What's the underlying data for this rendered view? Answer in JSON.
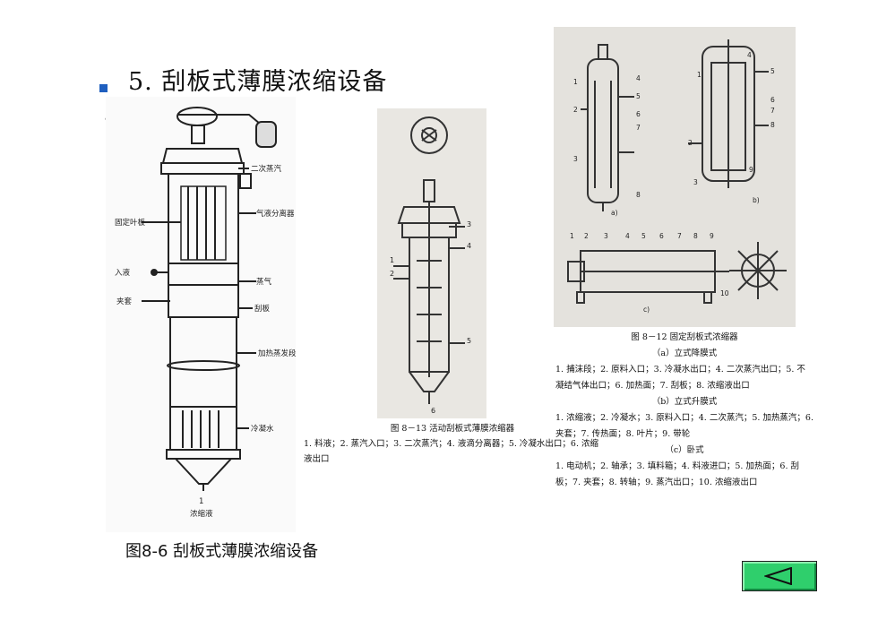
{
  "slide": {
    "heading": "5. 刮板式薄膜浓缩设备",
    "stray_mark": "。"
  },
  "figure_left": {
    "labels": [
      "二次蒸汽",
      "固定叶板",
      "气液分离器",
      "入液",
      "蒸气",
      "夹套",
      "刮板",
      "加热蒸发段",
      "冷凝水",
      "1",
      "浓缩液"
    ],
    "caption": "图8-6 刮板式薄膜浓缩设备"
  },
  "figure_mid": {
    "numbers": [
      "1",
      "2",
      "3",
      "4",
      "5",
      "6"
    ],
    "caption_title": "图 8－13 活动刮板式薄膜浓缩器",
    "caption_body": "1. 料液；2. 蒸汽入口；3. 二次蒸汽；4. 液滴分离器；5. 冷凝水出口；6. 浓缩液出口"
  },
  "figure_right": {
    "labels_a": [
      "1",
      "2",
      "3",
      "4",
      "5",
      "6",
      "7",
      "8",
      "a)"
    ],
    "labels_b": [
      "1",
      "2",
      "3",
      "4",
      "5",
      "6",
      "7",
      "8",
      "9",
      "b)"
    ],
    "labels_c": [
      "1",
      "2",
      "3",
      "4",
      "5",
      "6",
      "7",
      "8",
      "9",
      "10",
      "c)"
    ],
    "caption_title": "图 8－12 固定刮板式浓缩器",
    "sub_a": "（a）立式降膜式",
    "text_a": "1. 捕沫段；2. 原料入口；3. 冷凝水出口；4. 二次蒸汽出口；5. 不凝结气体出口；6. 加热面；7. 刮板；8. 浓缩液出口",
    "sub_b": "（b）立式升膜式",
    "text_b": "1. 浓缩液；2. 冷凝水；3. 原料入口；4. 二次蒸汽；5. 加热蒸汽；6. 夹套；7. 传热面；8. 叶片；9. 带轮",
    "sub_c": "（c）卧式",
    "text_c": "1. 电动机；2. 轴承；3. 填料箱；4. 料液进口；5. 加热面；6. 刮板；7. 夹套；8. 转轴；9. 蒸汽出口；10. 浓缩液出口"
  },
  "nav": {
    "back_icon": "triangle-left-icon",
    "colors": {
      "button": "#2fcf6c",
      "bullet": "#1f5fbf"
    }
  }
}
